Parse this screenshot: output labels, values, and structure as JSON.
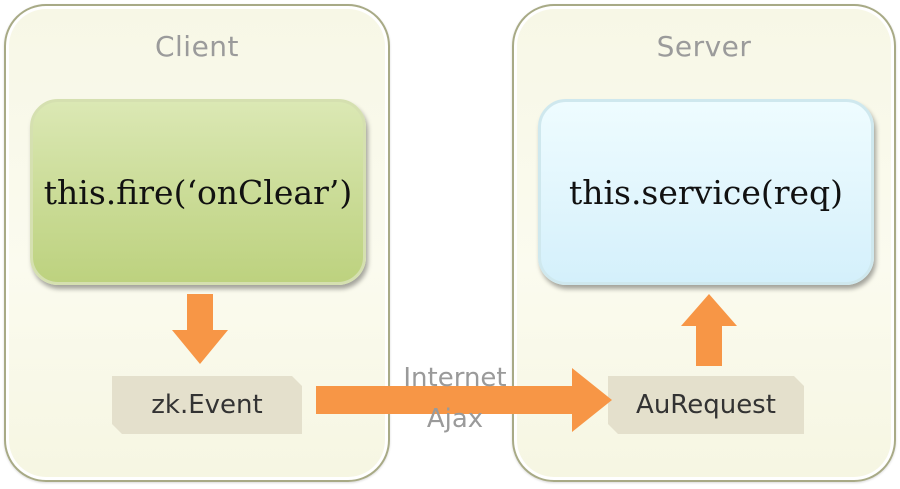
{
  "client": {
    "title": "Client",
    "code": "this.fire(‘onClear’)",
    "tag": "zk.Event"
  },
  "server": {
    "title": "Server",
    "code": "this.service(req)",
    "tag": "AuRequest"
  },
  "connection": {
    "line1": "Internet",
    "line2": "Ajax"
  },
  "colors": {
    "arrow": "#f79646",
    "client_box": "#c4d88c",
    "server_box": "#dff4fc",
    "tag": "#e4e0cc",
    "panel": "#f8f8e8"
  }
}
